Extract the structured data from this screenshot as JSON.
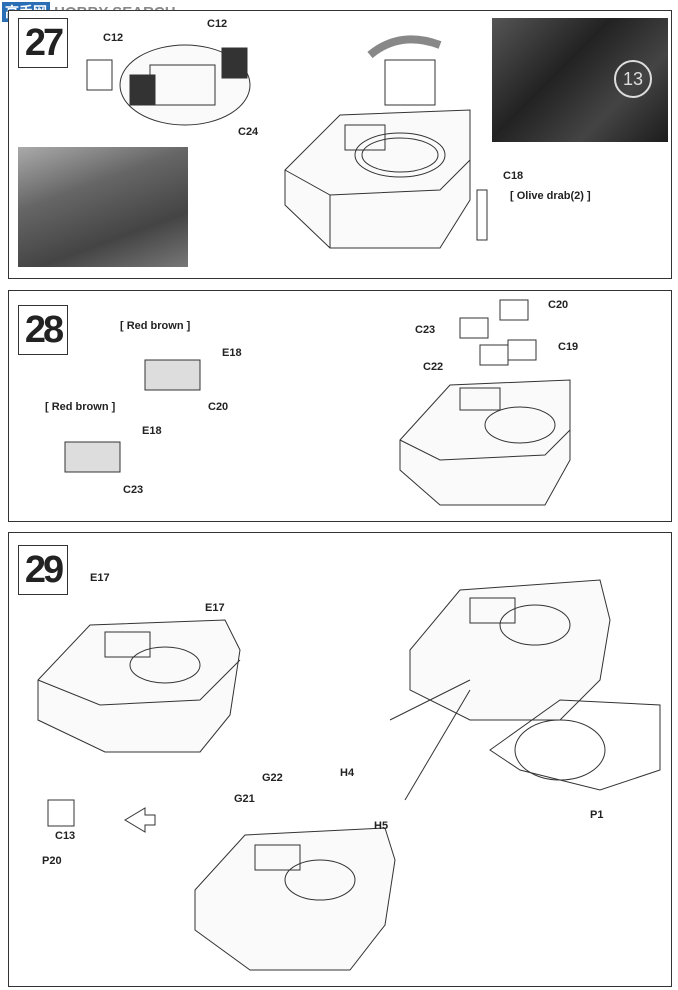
{
  "watermark": {
    "logo_text": "高手网",
    "site": "HOBBY SEARCH"
  },
  "steps": [
    {
      "number": "27",
      "labels": [
        "C12",
        "C12",
        "C24",
        "C18",
        "[ Olive drab(2) ]"
      ],
      "photo_marking": "13"
    },
    {
      "number": "28",
      "labels": [
        "[ Red brown ]",
        "E18",
        "C20",
        "[ Red brown ]",
        "E18",
        "C23",
        "C23",
        "C20",
        "C22",
        "C19"
      ]
    },
    {
      "number": "29",
      "labels": [
        "E17",
        "E17",
        "G22",
        "H4",
        "G21",
        "H5",
        "C13",
        "P20",
        "P1"
      ]
    }
  ]
}
